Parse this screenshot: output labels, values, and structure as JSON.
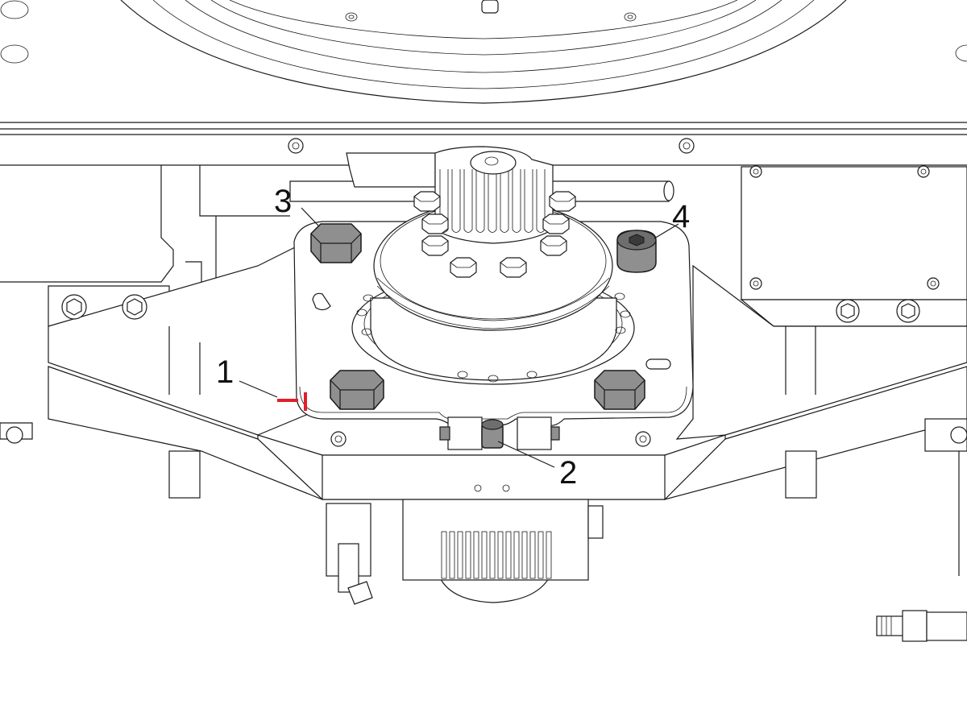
{
  "diagram": {
    "callouts": [
      {
        "id": "1",
        "label": "1"
      },
      {
        "id": "2",
        "label": "2"
      },
      {
        "id": "3",
        "label": "3"
      },
      {
        "id": "4",
        "label": "4"
      }
    ],
    "colors": {
      "line": "#1a1a1a",
      "background": "#ffffff",
      "hardware_fill": "#8f8f8f",
      "hardware_dark": "#555555",
      "marker_red": "#e0202a"
    },
    "parts": [
      {
        "callout": "1",
        "name": "red-marker-edge"
      },
      {
        "callout": "2",
        "name": "locating-pin"
      },
      {
        "callout": "3",
        "name": "hex-bolt"
      },
      {
        "callout": "4",
        "name": "socket-head-cap-screw"
      }
    ]
  }
}
